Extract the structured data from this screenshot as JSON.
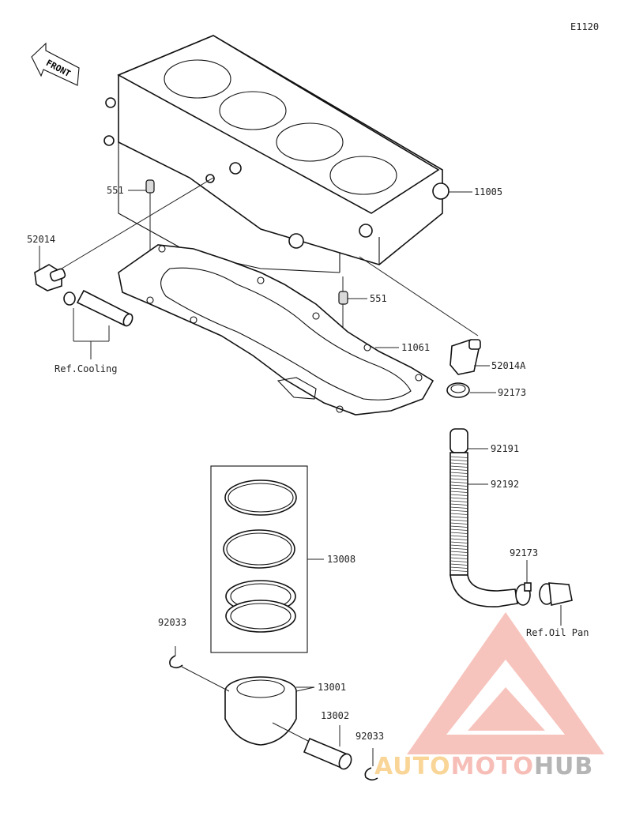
{
  "diagram_code": "E1120",
  "front_label": "FRONT",
  "watermark": {
    "part1": "AUTO",
    "part2": "MOTO",
    "part3": "HUB",
    "color_main": "#f08a7e",
    "color_accent": "#f5b445",
    "color_gray": "#7a7a7a"
  },
  "callouts": {
    "c11005": "11005",
    "c551_a": "551",
    "c551_b": "551",
    "c52014": "52014",
    "c11061": "11061",
    "c52014a": "52014A",
    "c92173_a": "92173",
    "c92191": "92191",
    "c92192": "92192",
    "c13008": "13008",
    "c92173_b": "92173",
    "c92033_a": "92033",
    "c13001": "13001",
    "c13002": "13002",
    "c92033_b": "92033"
  },
  "references": {
    "ref_cooling": "Ref.Cooling",
    "ref_oil_pan": "Ref.Oil Pan"
  }
}
